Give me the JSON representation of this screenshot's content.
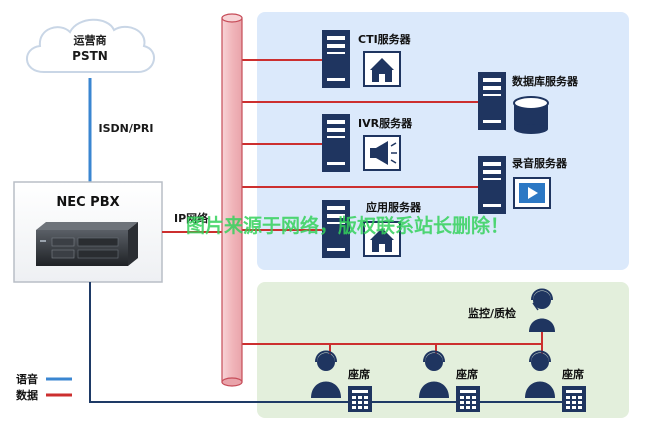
{
  "colors": {
    "voice_line": "#3a86d1",
    "data_line": "#cc2f2f",
    "dark_line": "#1e3a66",
    "bus_fill": "#f4c6c9",
    "bus_stroke": "#c64c58",
    "server_zone": "#dbe9fb",
    "agent_zone": "#e3efdc",
    "icon_dark": "#1f3560",
    "watermark": "#34d15a"
  },
  "cloud": {
    "line1": "运营商",
    "line2": "PSTN"
  },
  "isdn_label": "ISDN/PRI",
  "pbx": {
    "title": "NEC PBX"
  },
  "ip_label": "IP网络",
  "servers": {
    "cti": "CTI服务器",
    "database": "数据库服务器",
    "ivr": "IVR服务器",
    "recording": "录音服务器",
    "app": "应用服务器"
  },
  "monitor_label": "监控/质检",
  "seat_label": "座席",
  "legend": {
    "voice": "语音",
    "data": "数据"
  },
  "watermark": "图片来源于网络，版权联系站长删除！"
}
